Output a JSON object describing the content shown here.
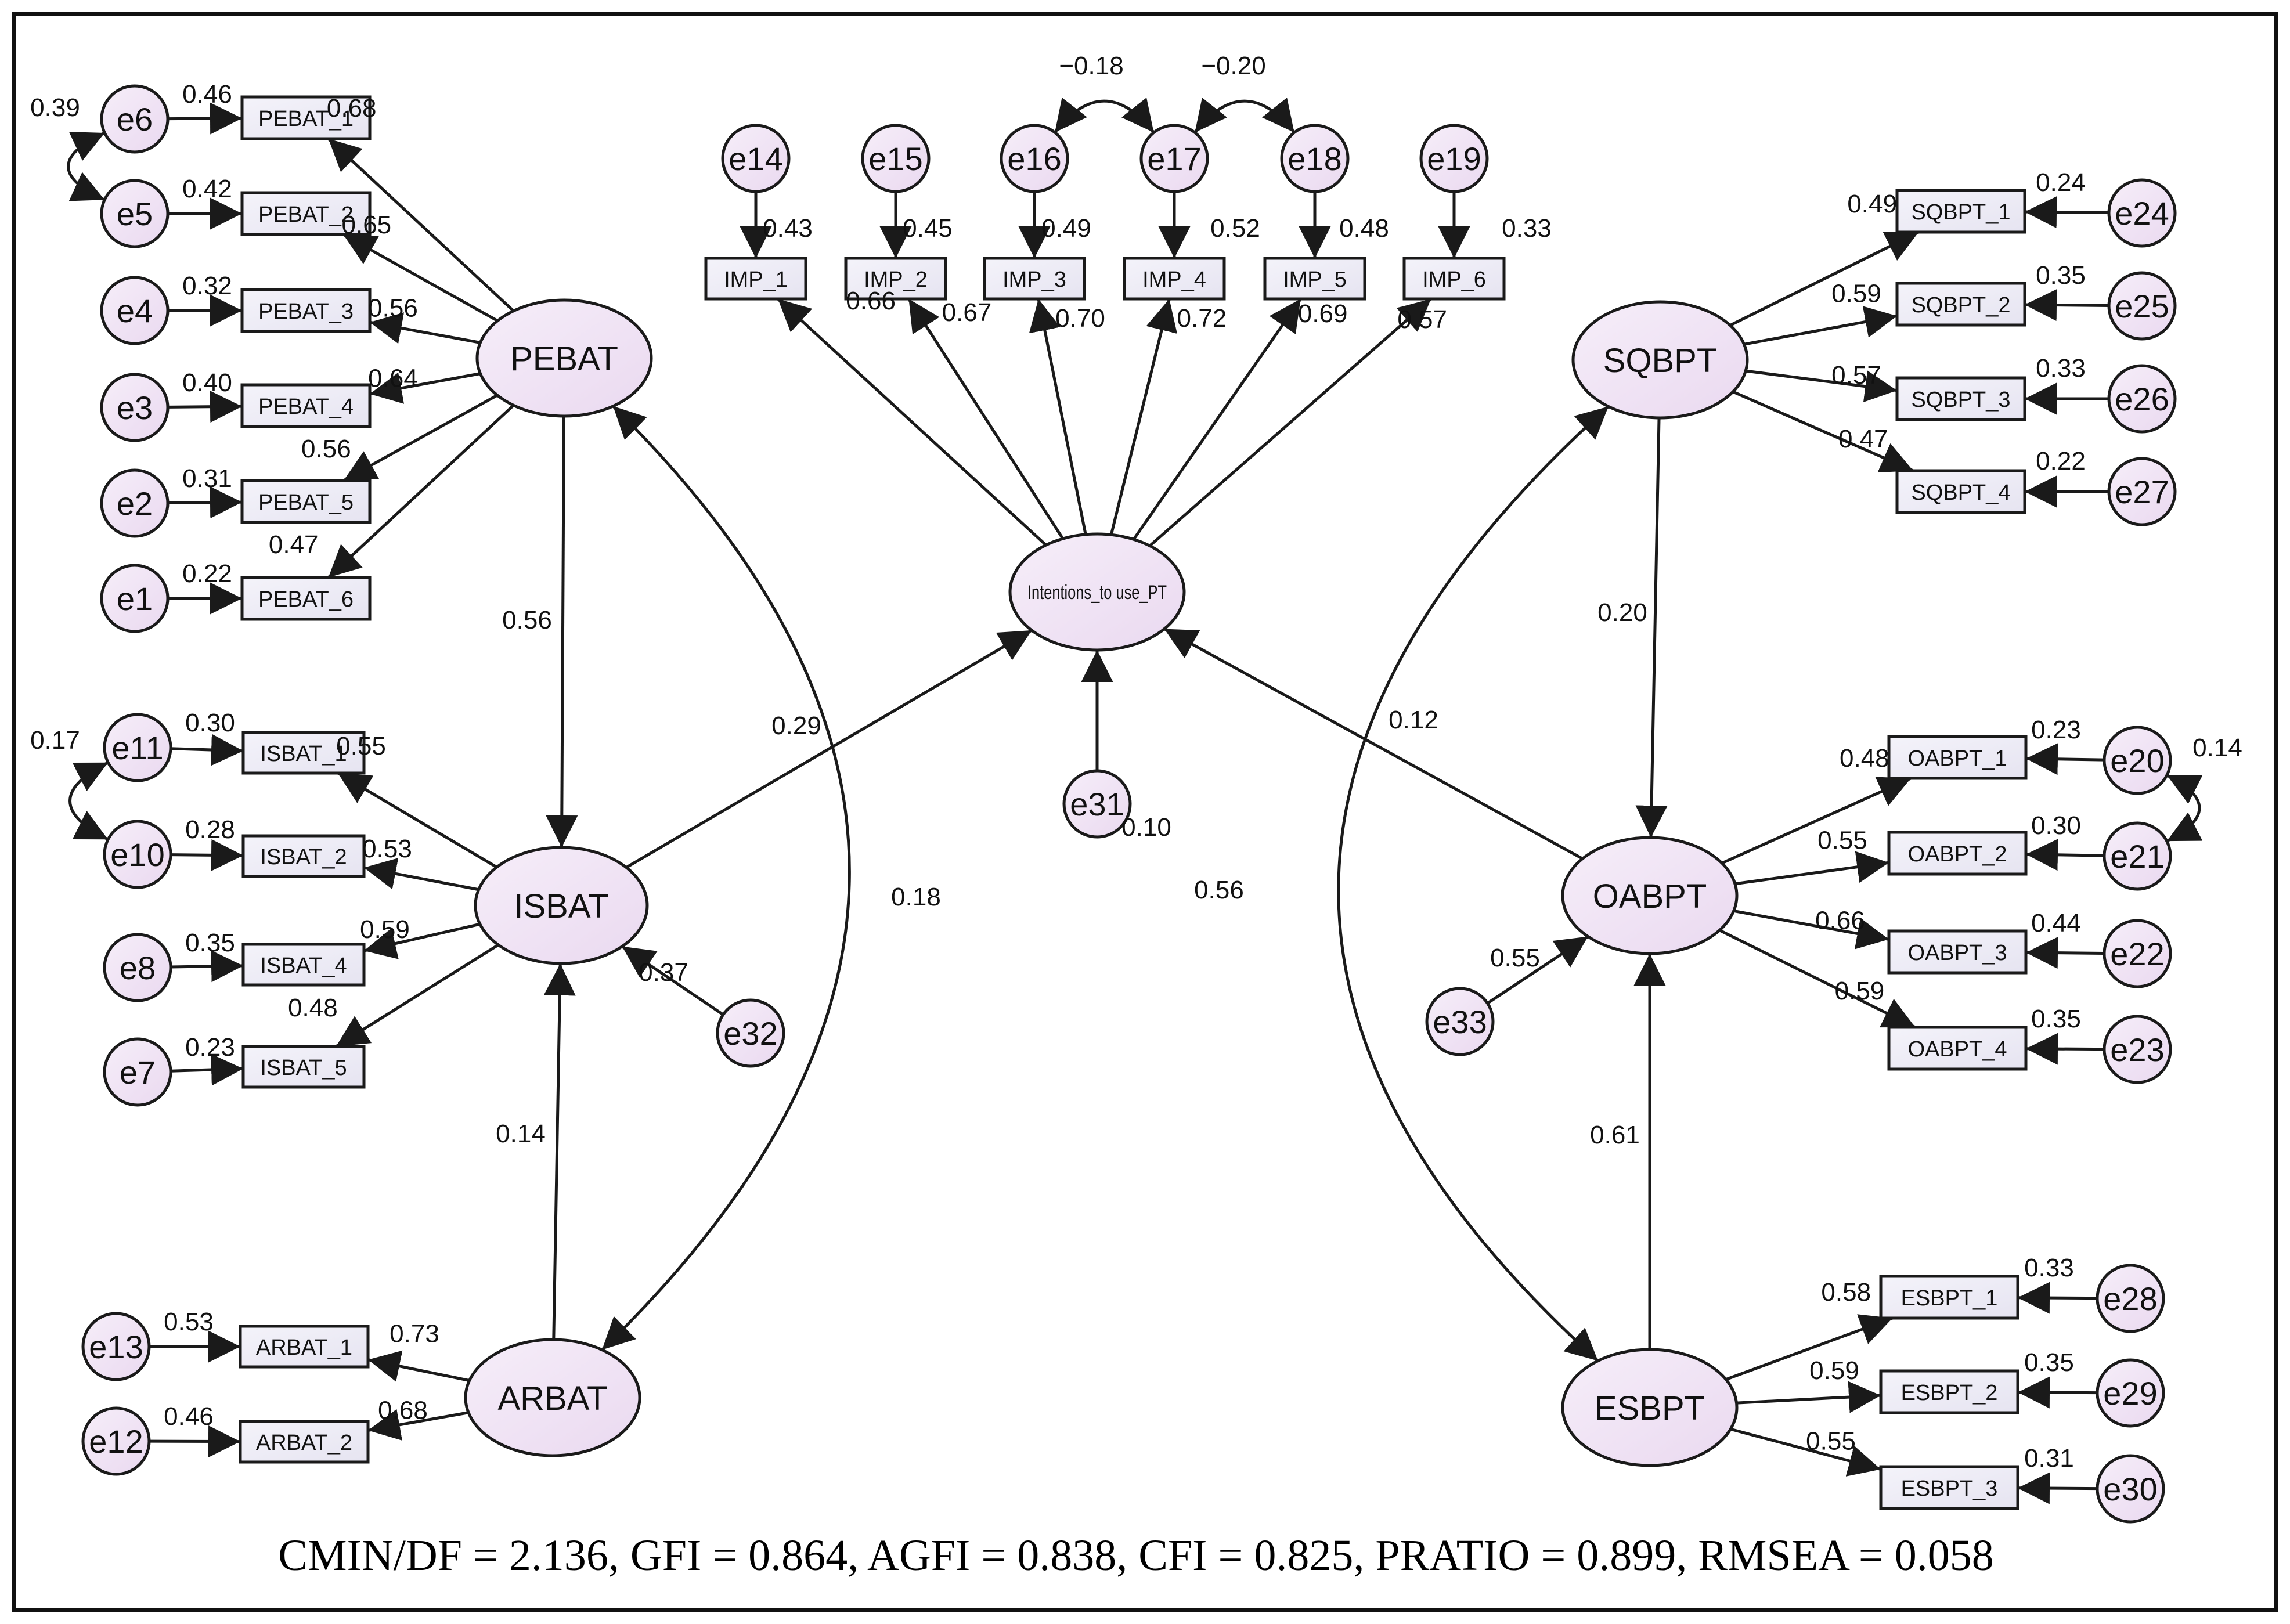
{
  "colors": {
    "latent_fill": "#ead9f0",
    "latent_fill_light": "#f6eef9",
    "observed_fill": "#e6e4f1",
    "observed_fill_light": "#f4f3fa",
    "stroke": "#1a1a1a"
  },
  "latents": [
    {
      "id": "PEBAT",
      "label": "PEBAT"
    },
    {
      "id": "ISBAT",
      "label": "ISBAT"
    },
    {
      "id": "ARBAT",
      "label": "ARBAT"
    },
    {
      "id": "INT",
      "label": "Intentions_to use_PT"
    },
    {
      "id": "SQBPT",
      "label": "SQBPT"
    },
    {
      "id": "OABPT",
      "label": "OABPT"
    },
    {
      "id": "ESBPT",
      "label": "ESBPT"
    }
  ],
  "observed": [
    {
      "id": "PEBAT_1",
      "label": "PEBAT_1"
    },
    {
      "id": "PEBAT_2",
      "label": "PEBAT_2"
    },
    {
      "id": "PEBAT_3",
      "label": "PEBAT_3"
    },
    {
      "id": "PEBAT_4",
      "label": "PEBAT_4"
    },
    {
      "id": "PEBAT_5",
      "label": "PEBAT_5"
    },
    {
      "id": "PEBAT_6",
      "label": "PEBAT_6"
    },
    {
      "id": "ISBAT_1",
      "label": "ISBAT_1"
    },
    {
      "id": "ISBAT_2",
      "label": "ISBAT_2"
    },
    {
      "id": "ISBAT_4",
      "label": "ISBAT_4"
    },
    {
      "id": "ISBAT_5",
      "label": "ISBAT_5"
    },
    {
      "id": "ARBAT_1",
      "label": "ARBAT_1"
    },
    {
      "id": "ARBAT_2",
      "label": "ARBAT_2"
    },
    {
      "id": "IMP_1",
      "label": "IMP_1"
    },
    {
      "id": "IMP_2",
      "label": "IMP_2"
    },
    {
      "id": "IMP_3",
      "label": "IMP_3"
    },
    {
      "id": "IMP_4",
      "label": "IMP_4"
    },
    {
      "id": "IMP_5",
      "label": "IMP_5"
    },
    {
      "id": "IMP_6",
      "label": "IMP_6"
    },
    {
      "id": "SQBPT_1",
      "label": "SQBPT_1"
    },
    {
      "id": "SQBPT_2",
      "label": "SQBPT_2"
    },
    {
      "id": "SQBPT_3",
      "label": "SQBPT_3"
    },
    {
      "id": "SQBPT_4",
      "label": "SQBPT_4"
    },
    {
      "id": "OABPT_1",
      "label": "OABPT_1"
    },
    {
      "id": "OABPT_2",
      "label": "OABPT_2"
    },
    {
      "id": "OABPT_3",
      "label": "OABPT_3"
    },
    {
      "id": "OABPT_4",
      "label": "OABPT_4"
    },
    {
      "id": "ESBPT_1",
      "label": "ESBPT_1"
    },
    {
      "id": "ESBPT_2",
      "label": "ESBPT_2"
    },
    {
      "id": "ESBPT_3",
      "label": "ESBPT_3"
    }
  ],
  "errors": [
    {
      "id": "e1",
      "label": "e1",
      "target": "PEBAT_6",
      "r2": "0.22"
    },
    {
      "id": "e2",
      "label": "e2",
      "target": "PEBAT_5",
      "r2": "0.31"
    },
    {
      "id": "e3",
      "label": "e3",
      "target": "PEBAT_4",
      "r2": "0.40"
    },
    {
      "id": "e4",
      "label": "e4",
      "target": "PEBAT_3",
      "r2": "0.32"
    },
    {
      "id": "e5",
      "label": "e5",
      "target": "PEBAT_2",
      "r2": "0.42"
    },
    {
      "id": "e6",
      "label": "e6",
      "target": "PEBAT_1",
      "r2": "0.46"
    },
    {
      "id": "e7",
      "label": "e7",
      "target": "ISBAT_5",
      "r2": "0.23"
    },
    {
      "id": "e8",
      "label": "e8",
      "target": "ISBAT_4",
      "r2": "0.35"
    },
    {
      "id": "e10",
      "label": "e10",
      "target": "ISBAT_2",
      "r2": "0.28"
    },
    {
      "id": "e11",
      "label": "e11",
      "target": "ISBAT_1",
      "r2": "0.30"
    },
    {
      "id": "e12",
      "label": "e12",
      "target": "ARBAT_2",
      "r2": "0.46"
    },
    {
      "id": "e13",
      "label": "e13",
      "target": "ARBAT_1",
      "r2": "0.53"
    },
    {
      "id": "e14",
      "label": "e14",
      "target": "IMP_1",
      "r2": "0.43"
    },
    {
      "id": "e15",
      "label": "e15",
      "target": "IMP_2",
      "r2": "0.45"
    },
    {
      "id": "e16",
      "label": "e16",
      "target": "IMP_3",
      "r2": "0.49"
    },
    {
      "id": "e17",
      "label": "e17",
      "target": "IMP_4",
      "r2": "0.52"
    },
    {
      "id": "e18",
      "label": "e18",
      "target": "IMP_5",
      "r2": "0.48"
    },
    {
      "id": "e19",
      "label": "e19",
      "target": "IMP_6",
      "r2": "0.33"
    },
    {
      "id": "e20",
      "label": "e20",
      "target": "OABPT_1",
      "r2": "0.23"
    },
    {
      "id": "e21",
      "label": "e21",
      "target": "OABPT_2",
      "r2": "0.30"
    },
    {
      "id": "e22",
      "label": "e22",
      "target": "OABPT_3",
      "r2": "0.44"
    },
    {
      "id": "e23",
      "label": "e23",
      "target": "OABPT_4",
      "r2": "0.35"
    },
    {
      "id": "e24",
      "label": "e24",
      "target": "SQBPT_1",
      "r2": "0.24"
    },
    {
      "id": "e25",
      "label": "e25",
      "target": "SQBPT_2",
      "r2": "0.35"
    },
    {
      "id": "e26",
      "label": "e26",
      "target": "SQBPT_3",
      "r2": "0.33"
    },
    {
      "id": "e27",
      "label": "e27",
      "target": "SQBPT_4",
      "r2": "0.22"
    },
    {
      "id": "e28",
      "label": "e28",
      "target": "ESBPT_1",
      "r2": "0.33"
    },
    {
      "id": "e29",
      "label": "e29",
      "target": "ESBPT_2",
      "r2": "0.35"
    },
    {
      "id": "e30",
      "label": "e30",
      "target": "ESBPT_3",
      "r2": "0.31"
    },
    {
      "id": "e31",
      "label": "e31",
      "target": "INT",
      "r2": "0.10"
    },
    {
      "id": "e32",
      "label": "e32",
      "target": "ISBAT",
      "r2": "0.37"
    },
    {
      "id": "e33",
      "label": "e33",
      "target": "OABPT",
      "r2": "0.55"
    }
  ],
  "loadings": [
    {
      "from": "PEBAT",
      "to": "PEBAT_1",
      "value": "0.68"
    },
    {
      "from": "PEBAT",
      "to": "PEBAT_2",
      "value": "0.65"
    },
    {
      "from": "PEBAT",
      "to": "PEBAT_3",
      "value": "0.56"
    },
    {
      "from": "PEBAT",
      "to": "PEBAT_4",
      "value": "0.64"
    },
    {
      "from": "PEBAT",
      "to": "PEBAT_5",
      "value": "0.56"
    },
    {
      "from": "PEBAT",
      "to": "PEBAT_6",
      "value": "0.47"
    },
    {
      "from": "ISBAT",
      "to": "ISBAT_1",
      "value": "0.55"
    },
    {
      "from": "ISBAT",
      "to": "ISBAT_2",
      "value": "0.53"
    },
    {
      "from": "ISBAT",
      "to": "ISBAT_4",
      "value": "0.59"
    },
    {
      "from": "ISBAT",
      "to": "ISBAT_5",
      "value": "0.48"
    },
    {
      "from": "ARBAT",
      "to": "ARBAT_1",
      "value": "0.73"
    },
    {
      "from": "ARBAT",
      "to": "ARBAT_2",
      "value": "0.68"
    },
    {
      "from": "INT",
      "to": "IMP_1",
      "value": "0.66"
    },
    {
      "from": "INT",
      "to": "IMP_2",
      "value": "0.67"
    },
    {
      "from": "INT",
      "to": "IMP_3",
      "value": "0.70"
    },
    {
      "from": "INT",
      "to": "IMP_4",
      "value": "0.72"
    },
    {
      "from": "INT",
      "to": "IMP_5",
      "value": "0.69"
    },
    {
      "from": "INT",
      "to": "IMP_6",
      "value": "0.57"
    },
    {
      "from": "SQBPT",
      "to": "SQBPT_1",
      "value": "0.49"
    },
    {
      "from": "SQBPT",
      "to": "SQBPT_2",
      "value": "0.59"
    },
    {
      "from": "SQBPT",
      "to": "SQBPT_3",
      "value": "0.57"
    },
    {
      "from": "SQBPT",
      "to": "SQBPT_4",
      "value": "0.47"
    },
    {
      "from": "OABPT",
      "to": "OABPT_1",
      "value": "0.48"
    },
    {
      "from": "OABPT",
      "to": "OABPT_2",
      "value": "0.55"
    },
    {
      "from": "OABPT",
      "to": "OABPT_3",
      "value": "0.66"
    },
    {
      "from": "OABPT",
      "to": "OABPT_4",
      "value": "0.59"
    },
    {
      "from": "ESBPT",
      "to": "ESBPT_1",
      "value": "0.58"
    },
    {
      "from": "ESBPT",
      "to": "ESBPT_2",
      "value": "0.59"
    },
    {
      "from": "ESBPT",
      "to": "ESBPT_3",
      "value": "0.55"
    }
  ],
  "paths": [
    {
      "from": "PEBAT",
      "to": "ISBAT",
      "value": "0.56"
    },
    {
      "from": "ARBAT",
      "to": "ISBAT",
      "value": "0.14"
    },
    {
      "from": "ISBAT",
      "to": "INT",
      "value": "0.29"
    },
    {
      "from": "SQBPT",
      "to": "OABPT",
      "value": "0.20"
    },
    {
      "from": "ESBPT",
      "to": "OABPT",
      "value": "0.61"
    },
    {
      "from": "OABPT",
      "to": "INT",
      "value": "0.12"
    }
  ],
  "covariances": [
    {
      "a": "PEBAT",
      "b": "ARBAT",
      "value": "0.18"
    },
    {
      "a": "SQBPT",
      "b": "ESBPT",
      "value": "0.56"
    },
    {
      "a": "e6",
      "b": "e5",
      "value": "0.39"
    },
    {
      "a": "e11",
      "b": "e10",
      "value": "0.17"
    },
    {
      "a": "e16",
      "b": "e17",
      "value": "−0.18"
    },
    {
      "a": "e17",
      "b": "e18",
      "value": "−0.20"
    },
    {
      "a": "e20",
      "b": "e21",
      "value": "0.14"
    }
  ],
  "fit_indices": "CMIN/DF = 2.136, GFI = 0.864, AGFI = 0.838, CFI = 0.825, PRATIO = 0.899, RMSEA = 0.058"
}
